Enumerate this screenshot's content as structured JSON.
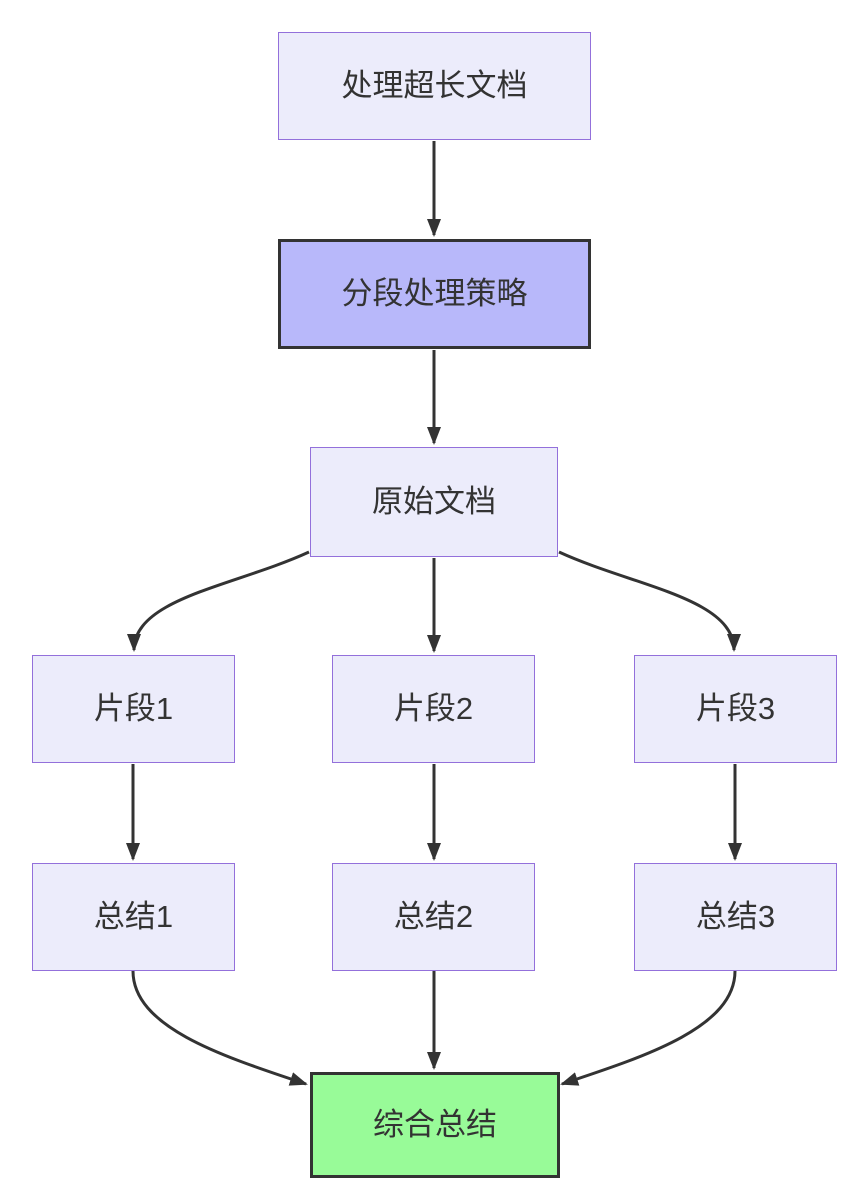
{
  "diagram": {
    "type": "flowchart-top-down",
    "background": "#ffffff",
    "colors": {
      "node_fill": "#ECECFB",
      "node_border": "#9370DB",
      "highlight_node_fill": "#B8B8FA",
      "result_node_fill": "#98FB98",
      "strong_border": "#333333",
      "edge_line": "#333333",
      "text": "#333333"
    },
    "nodes": [
      {
        "id": "A",
        "label": "处理超长文档",
        "style": "default"
      },
      {
        "id": "B",
        "label": "分段处理策略",
        "style": "highlight"
      },
      {
        "id": "C",
        "label": "原始文档",
        "style": "default"
      },
      {
        "id": "D",
        "label": "片段1",
        "style": "default"
      },
      {
        "id": "E",
        "label": "片段2",
        "style": "default"
      },
      {
        "id": "F",
        "label": "片段3",
        "style": "default"
      },
      {
        "id": "G1",
        "label": "总结1",
        "style": "default"
      },
      {
        "id": "G2",
        "label": "总结2",
        "style": "default"
      },
      {
        "id": "G3",
        "label": "总结3",
        "style": "default"
      },
      {
        "id": "H",
        "label": "综合总结",
        "style": "result"
      }
    ],
    "edges": [
      {
        "from": "处理超长文档",
        "to": "分段处理策略"
      },
      {
        "from": "分段处理策略",
        "to": "原始文档"
      },
      {
        "from": "原始文档",
        "to": "片段1"
      },
      {
        "from": "原始文档",
        "to": "片段2"
      },
      {
        "from": "原始文档",
        "to": "片段3"
      },
      {
        "from": "片段1",
        "to": "总结1"
      },
      {
        "from": "片段2",
        "to": "总结2"
      },
      {
        "from": "片段3",
        "to": "总结3"
      },
      {
        "from": "总结1",
        "to": "综合总结"
      },
      {
        "from": "总结2",
        "to": "综合总结"
      },
      {
        "from": "总结3",
        "to": "综合总结"
      }
    ]
  }
}
